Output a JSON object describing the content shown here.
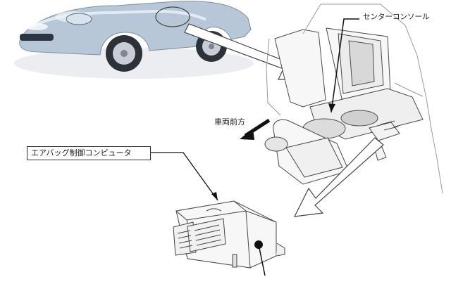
{
  "labels": {
    "center_console": "センターコンソール",
    "vehicle_forward": "車両前方",
    "airbag_controller": "エアバッグ制御コンピュータ"
  },
  "colors": {
    "car_body": "#b7c7d8",
    "car_shadow": "#dfe3e8",
    "line_art": "#333333",
    "callout_arrow": "#ffffff",
    "callout_outline": "#444444"
  }
}
